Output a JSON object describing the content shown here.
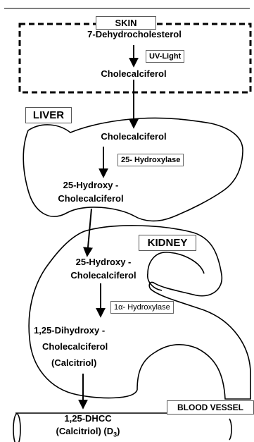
{
  "skin": {
    "label": "SKIN",
    "precursor": "7-Dehydrocholesterol",
    "catalyst": "UV-Light",
    "product": "Cholecalciferol"
  },
  "liver": {
    "label": "LIVER",
    "substrate": "Cholecalciferol",
    "enzyme": "25- Hydroxylase",
    "product_line1": "25-Hydroxy -",
    "product_line2": "Cholecalciferol"
  },
  "kidney": {
    "label": "KIDNEY",
    "substrate_line1": "25-Hydroxy -",
    "substrate_line2": "Cholecalciferol",
    "enzyme": "1α- Hydroxylase",
    "product_line1": "1,25-Dihydroxy -",
    "product_line2": "Cholecalciferol",
    "product_line3": "(Calcitriol)"
  },
  "blood_vessel": {
    "label": "BLOOD VESSEL",
    "product_line1": "1,25-DHCC",
    "product_line2_prefix": "(Calcitriol) (D",
    "product_line2_sub": "3",
    "product_line2_suffix": ")"
  },
  "colors": {
    "line": "#000000",
    "box_border": "#555555",
    "background": "#ffffff"
  }
}
